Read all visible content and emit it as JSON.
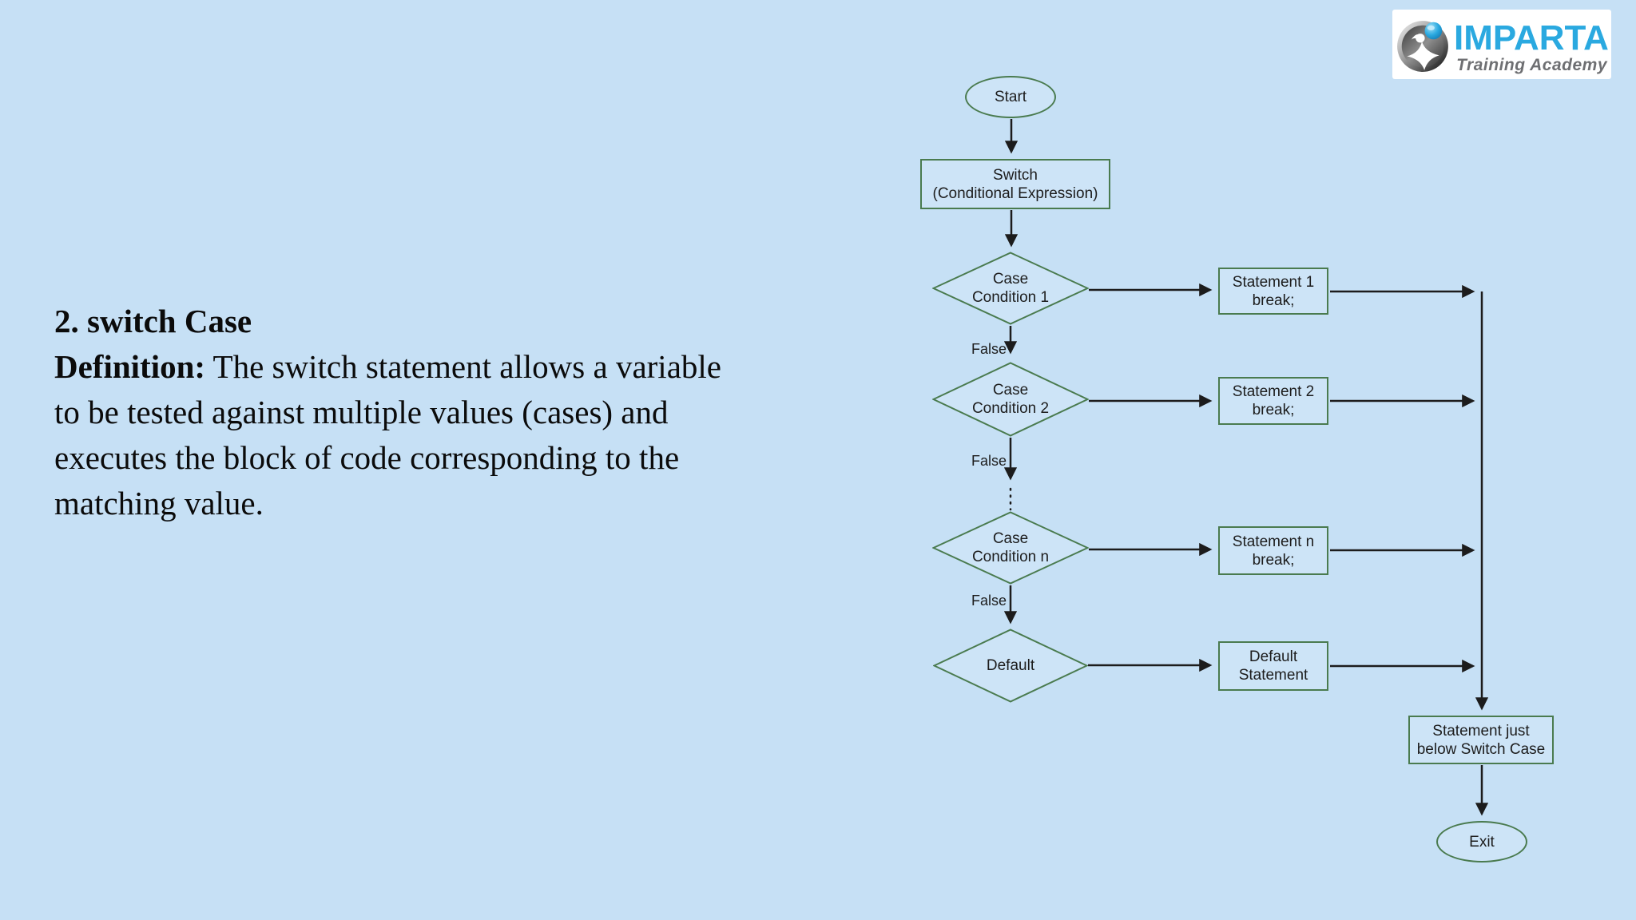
{
  "colors": {
    "background": "#c6e0f5",
    "shape_fill": "#cde4f7",
    "shape_stroke_green": "#4a7b4f",
    "arrow_black": "#1c1c1c",
    "brand_blue": "#2aa9e0",
    "tagline_gray": "#6e6f72",
    "text_black": "#0b0b0b"
  },
  "definition": {
    "heading": "2. switch Case",
    "bold_label": "Definition:",
    "line1_rest": " The switch statement allows a variable",
    "line2": "to be tested against multiple values (cases) and",
    "line3": "executes the block of code corresponding to the",
    "line4": "matching value."
  },
  "logo": {
    "brand": "IMPARTA",
    "tagline": "Training Academy"
  },
  "flowchart": {
    "start_label": "Start",
    "switch_box": {
      "line1": "Switch",
      "line2": "(Conditional Expression)"
    },
    "case1": {
      "line1": "Case",
      "line2": "Condition 1"
    },
    "case2": {
      "line1": "Case",
      "line2": "Condition 2"
    },
    "casen": {
      "line1": "Case",
      "line2": "Condition n"
    },
    "default_label": "Default",
    "stmt1": {
      "line1": "Statement 1",
      "line2": "break;"
    },
    "stmt2": {
      "line1": "Statement 2",
      "line2": "break;"
    },
    "stmtn": {
      "line1": "Statement n",
      "line2": "break;"
    },
    "default_stmt": {
      "line1": "Default",
      "line2": "Statement"
    },
    "below_box": {
      "line1": "Statement just",
      "line2": "below Switch Case"
    },
    "exit_label": "Exit",
    "false_label": "False"
  }
}
